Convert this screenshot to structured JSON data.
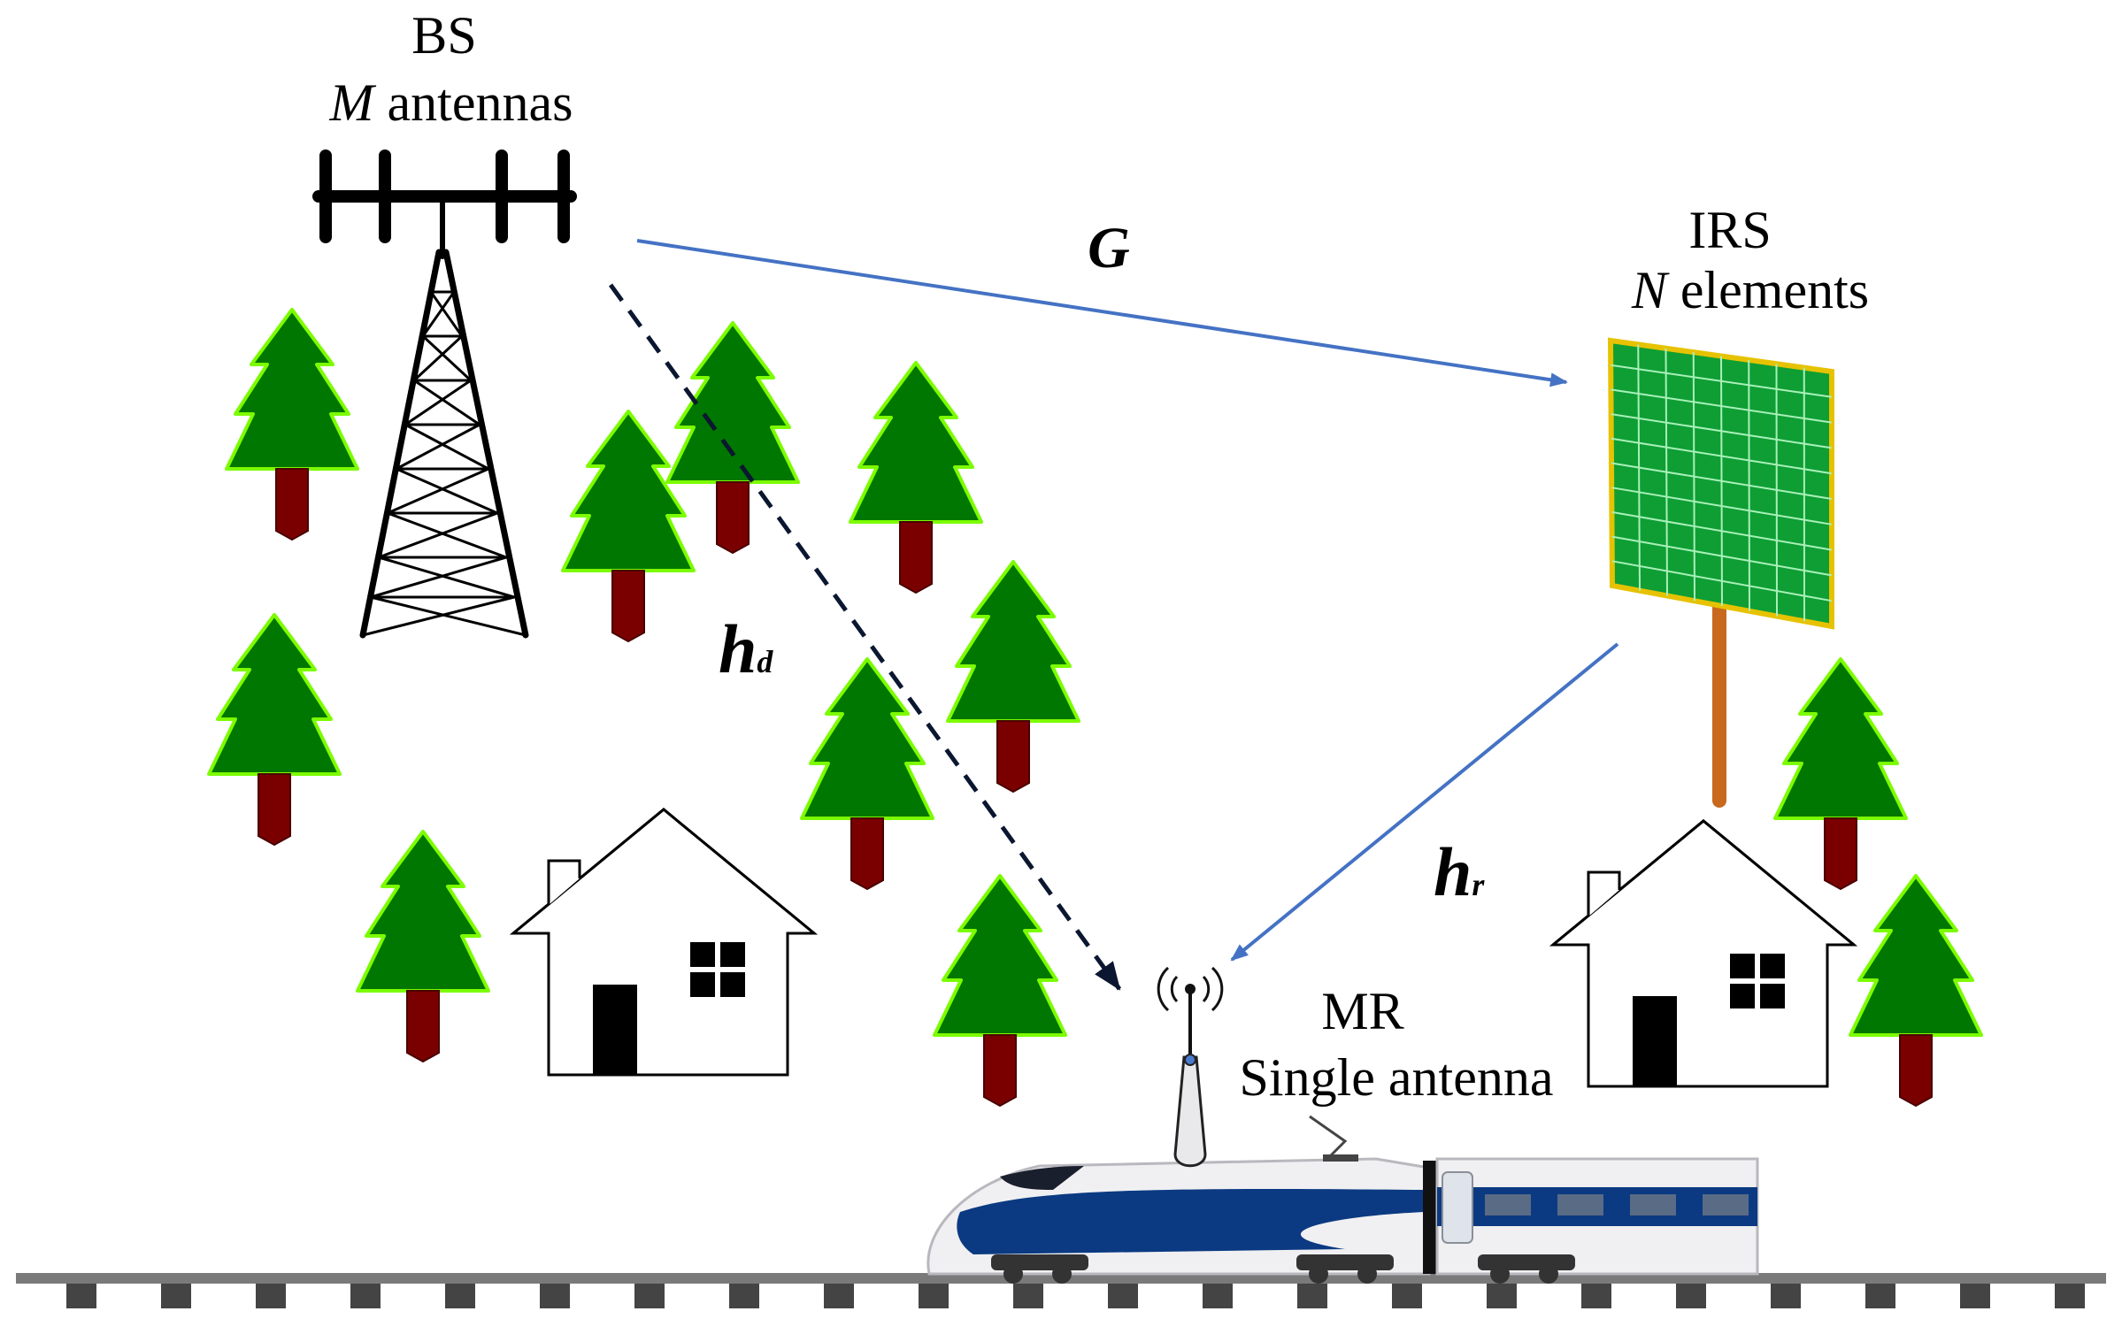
{
  "labels": {
    "bs_title": "BS",
    "bs_sym": "M",
    "bs_text": " antennas",
    "irs_title": "IRS",
    "irs_sym": "N",
    "irs_text": " elements",
    "mr_title": "MR",
    "mr_text": "Single antenna",
    "g": "G",
    "hd_main": "h",
    "hd_sub": "d",
    "hr_main": "h",
    "hr_sub": "r"
  },
  "colors": {
    "tree_green": "#007700",
    "tree_edge": "#7CFC00",
    "trunk": "#7a0000",
    "link_blue": "#4472C4",
    "irs_panel": "#0e9e34",
    "irs_frame": "#e6c200",
    "pole": "#c8691e",
    "train_blue": "#0b3a82"
  },
  "icons": [
    "bs-tower-icon",
    "tree-icon",
    "house-icon",
    "irs-panel-icon",
    "train-icon",
    "mr-antenna-icon",
    "rail-track-icon"
  ]
}
